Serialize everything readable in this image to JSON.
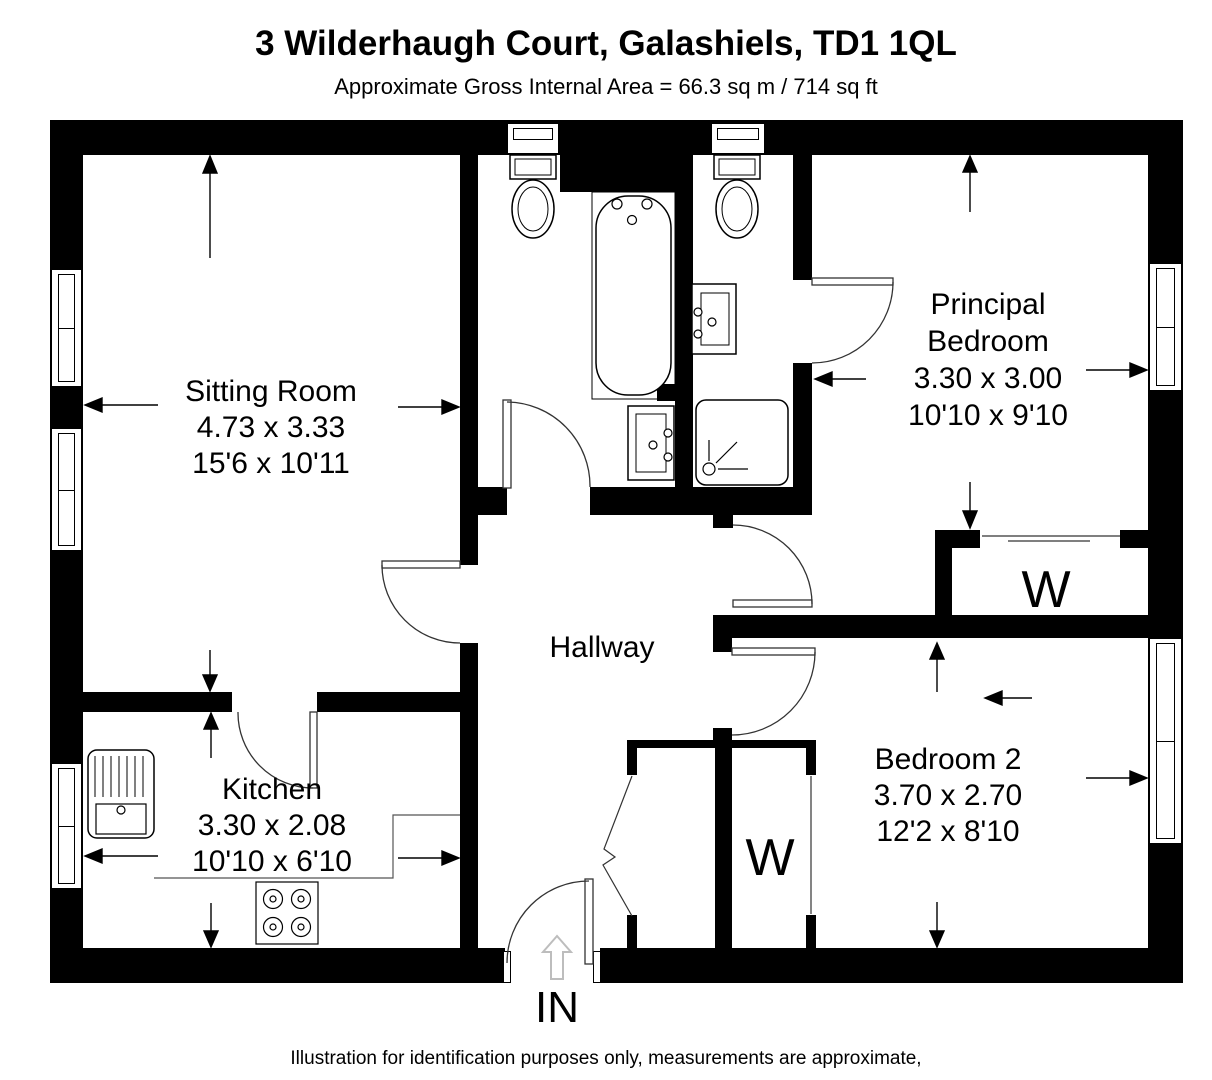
{
  "header": {
    "title": "3 Wilderhaugh Court, Galashiels, TD1 1QL",
    "subtitle": "Approximate Gross Internal Area = 66.3 sq m / 714 sq ft"
  },
  "rooms": {
    "sitting_room": {
      "name": "Sitting Room",
      "metric": "4.73 x 3.33",
      "imperial": "15'6 x 10'11"
    },
    "kitchen": {
      "name": "Kitchen",
      "metric": "3.30 x 2.08",
      "imperial": "10'10 x 6'10"
    },
    "hallway": {
      "name": "Hallway"
    },
    "principal_bedroom": {
      "name_line1": "Principal",
      "name_line2": "Bedroom",
      "metric": "3.30 x 3.00",
      "imperial": "10'10 x 9'10"
    },
    "bedroom_2": {
      "name": "Bedroom 2",
      "metric": "3.70 x 2.70",
      "imperial": "12'2 x 8'10"
    },
    "wardrobe_principal": {
      "label": "W"
    },
    "wardrobe_hall": {
      "label": "W"
    }
  },
  "entrance": {
    "label": "IN"
  },
  "footer": {
    "disclaimer": "Illustration for identification purposes only, measurements are approximate,"
  }
}
